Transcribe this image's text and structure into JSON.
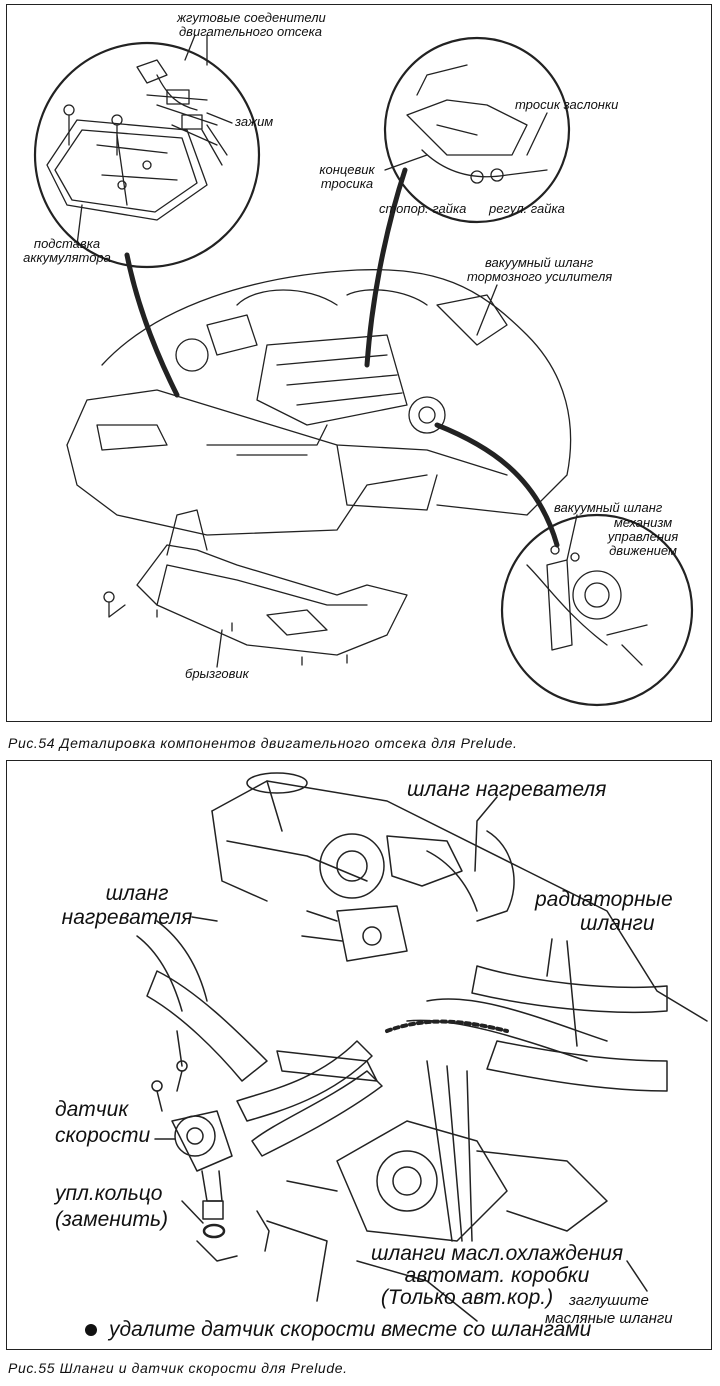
{
  "fig54": {
    "labels": {
      "harness_connectors_1": "жгутовые соеденители",
      "harness_connectors_2": "двигательного отсека",
      "clamp": "зажим",
      "throttle_cable": "тросик заслонки",
      "cable_end_1": "концевик",
      "cable_end_2": "тросика",
      "lock_nut": "стопор. гайка",
      "adjust_nut": "регул. гайка",
      "battery_tray_1": "подставка",
      "battery_tray_2": "аккумулятора",
      "booster_hose_1": "вакуумный шланг",
      "booster_hose_2": "тормозного усилителя",
      "cruise_hose_1": "вакуумный шланг",
      "cruise_hose_2": "механизм",
      "cruise_hose_3": "управления",
      "cruise_hose_4": "движением",
      "splash_shield": "брызговик"
    },
    "caption": "Рис.54  Деталировка компонентов двигательного отсека для Prelude."
  },
  "fig55": {
    "labels": {
      "heater_hose_top": "шланг нагревателя",
      "heater_hose_left_1": "шланг",
      "heater_hose_left_2": "нагревателя",
      "radiator_hoses_1": "радиаторные",
      "radiator_hoses_2": "шланги",
      "speed_sensor_1": "датчик",
      "speed_sensor_2": "скорости",
      "oring_1": "упл.кольцо",
      "oring_2": "(заменить)",
      "atf_hoses_1": "шланги масл.охлаждения",
      "atf_hoses_2": "автомат. коробки",
      "atf_hoses_3": "(Только авт.кор.)",
      "plug_hoses_1": "заглушите",
      "plug_hoses_2": "масляные шланги",
      "note": "удалите датчик скорости вместе со шлангами"
    },
    "caption": "Рис.55  Шланги и датчик скорости для Prelude."
  }
}
